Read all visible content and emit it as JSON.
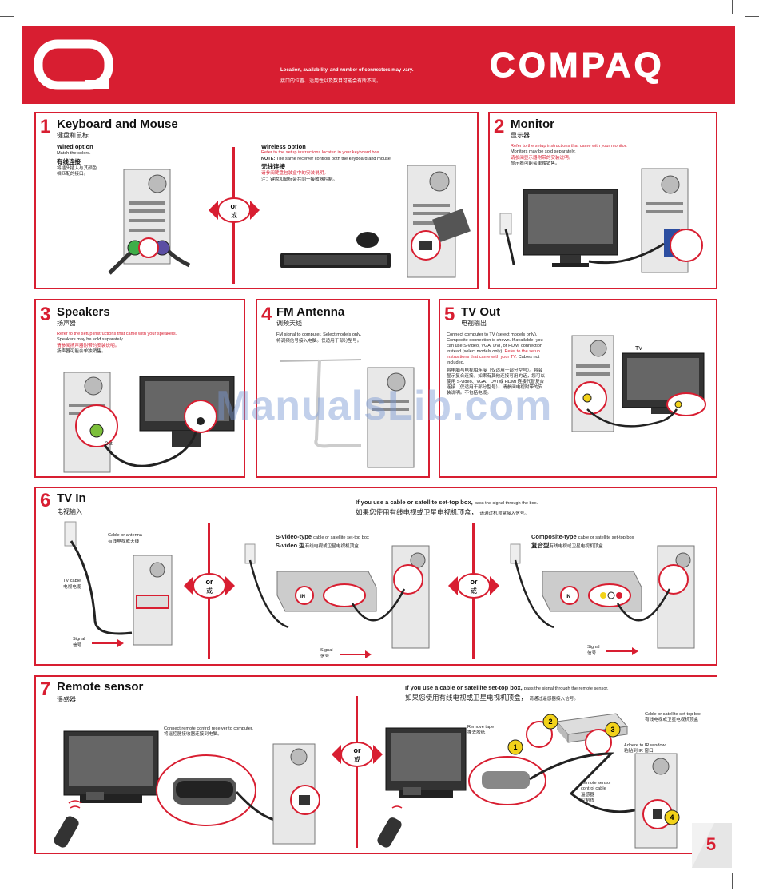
{
  "header": {
    "notice_en": "Location, availability, and number of connectors may vary.",
    "notice_cn": "接口的位置、适用性以及数目可能会有所不同。",
    "brand": "COMPAQ",
    "brand_color": "#d81e31"
  },
  "or_badge": {
    "en": "or",
    "cn": "或"
  },
  "sections": {
    "keyboard": {
      "num": "1",
      "title": "Keyboard and Mouse",
      "title_cn": "键盘和鼠标",
      "wired_title": "Wired option",
      "wired_desc": "Match the colors.",
      "wired_title_cn": "有线连接",
      "wired_desc_cn1": "将插头插入与其颜色",
      "wired_desc_cn2": "相匹配的接口。",
      "wireless_title": "Wireless option",
      "wireless_red": "Refer to the setup instructions located in your keyboard box.",
      "wireless_note_label": "NOTE:",
      "wireless_note": "The same receiver controls both the keyboard and mouse.",
      "wireless_title_cn": "无线连接",
      "wireless_red_cn": "请参阅键盘包装盒中的安装说明。",
      "wireless_note_cn": "注：键盘和鼠标会共同一接收器控制。"
    },
    "monitor": {
      "num": "2",
      "title": "Monitor",
      "title_cn": "显示器",
      "red": "Refer to the setup instructions that came with your monitor.",
      "note": "Monitors may be sold separately.",
      "red_cn": "请参阅显示器附带的安装说明。",
      "note_cn": "显示器可能会单独销售。"
    },
    "speakers": {
      "num": "3",
      "title": "Speakers",
      "title_cn": "扬声器",
      "red": "Refer to the setup instructions that came with your speakers.",
      "note": "Speakers may be sold separately.",
      "red_cn": "请参阅扬声器附带的安装说明。",
      "note_cn": "扬声器可能会单独销售。",
      "out_label": "Out"
    },
    "fm": {
      "num": "4",
      "title": "FM Antenna",
      "title_cn": "调频天线",
      "desc": "FM signal to computer. Select models only.",
      "desc_cn": "将调频信号接入电脑。仅适用于部分型号。"
    },
    "tvout": {
      "num": "5",
      "title": "TV Out",
      "title_cn": "电视输出",
      "desc1": "Connect computer to TV (select models only).",
      "desc2": "Composite connection is shown. If available, you",
      "desc3": "can use S-video, VGA, DVI, or HDMI connection",
      "desc4": "instead (select models only).",
      "desc4_red": "Refer to the setup",
      "desc5_red": "instructions that came with your TV.",
      "desc5": "Cables not",
      "desc6": "included.",
      "cn1": "将电脑与电视相连接（仅适用于部分型号）。将会",
      "cn2": "显示复合连接。如果有其他连接可用的话，您可以",
      "cn3": "使用 S-video、VGA、DVI 或 HDMI 连接代替复合",
      "cn4": "连接（仅适用于部分型号）。请参阅电视附带的安",
      "cn5": "装说明。不包括电缆。",
      "tv_label": "TV"
    },
    "tvin": {
      "num": "6",
      "title": "TV In",
      "title_cn": "电视输入",
      "settop_bold": "If you use a cable or satellite set-top box,",
      "settop_rest": "pass the signal through the box.",
      "settop_cn": "如果您使用有线电视或卫星电视机顶盒，",
      "settop_cn_rest": "请通过机顶盒接入信号。",
      "cable_antenna": "Cable or antenna",
      "cable_antenna_cn": "有线电视或天线",
      "tv_cable": "TV cable",
      "tv_cable_cn": "电视电缆",
      "signal": "Signal",
      "signal_cn": "信号",
      "svideo_bold": "S-video-type",
      "svideo_rest": "cable or satellite set-top box",
      "svideo_cn_bold": "S-video 型",
      "svideo_cn_rest": "有线电视或卫星电视机顶盒",
      "composite_bold": "Composite-type",
      "composite_rest": "cable or satellite set-top box",
      "composite_cn_bold": "复合型",
      "composite_cn_rest": "有线电视或卫星电视机顶盒",
      "in_label": "IN"
    },
    "remote": {
      "num": "7",
      "title": "Remote sensor",
      "title_cn": "遥感器",
      "settop_bold": "If you use a cable or satellite set-top box,",
      "settop_rest": "pass the signal through the remote sensor.",
      "settop_cn": "如果您使用有线电视或卫星电视机顶盒，",
      "settop_cn_rest": "请通过遥感器接入信号。",
      "connect": "Connect remote control receiver to computer.",
      "connect_cn": "将遥控器接收器连接到电脑。",
      "remove_tape": "Remove tape",
      "remove_tape_cn": "撕去胶纸",
      "settop_box": "Cable or satellite set-top box",
      "settop_box_cn": "有线电视或卫星电视机顶盒",
      "adhere": "Adhere to IR window",
      "adhere_cn": "粘贴到 IR 窗口",
      "sensor_cable1": "Remote sensor",
      "sensor_cable2": "control cable",
      "sensor_cable_cn1": "遥感器",
      "sensor_cable_cn2": "控制线",
      "step1": "1",
      "step2": "2",
      "step3": "3",
      "step4": "4"
    }
  },
  "watermark": "ManualsLib.com",
  "page_number": "5"
}
